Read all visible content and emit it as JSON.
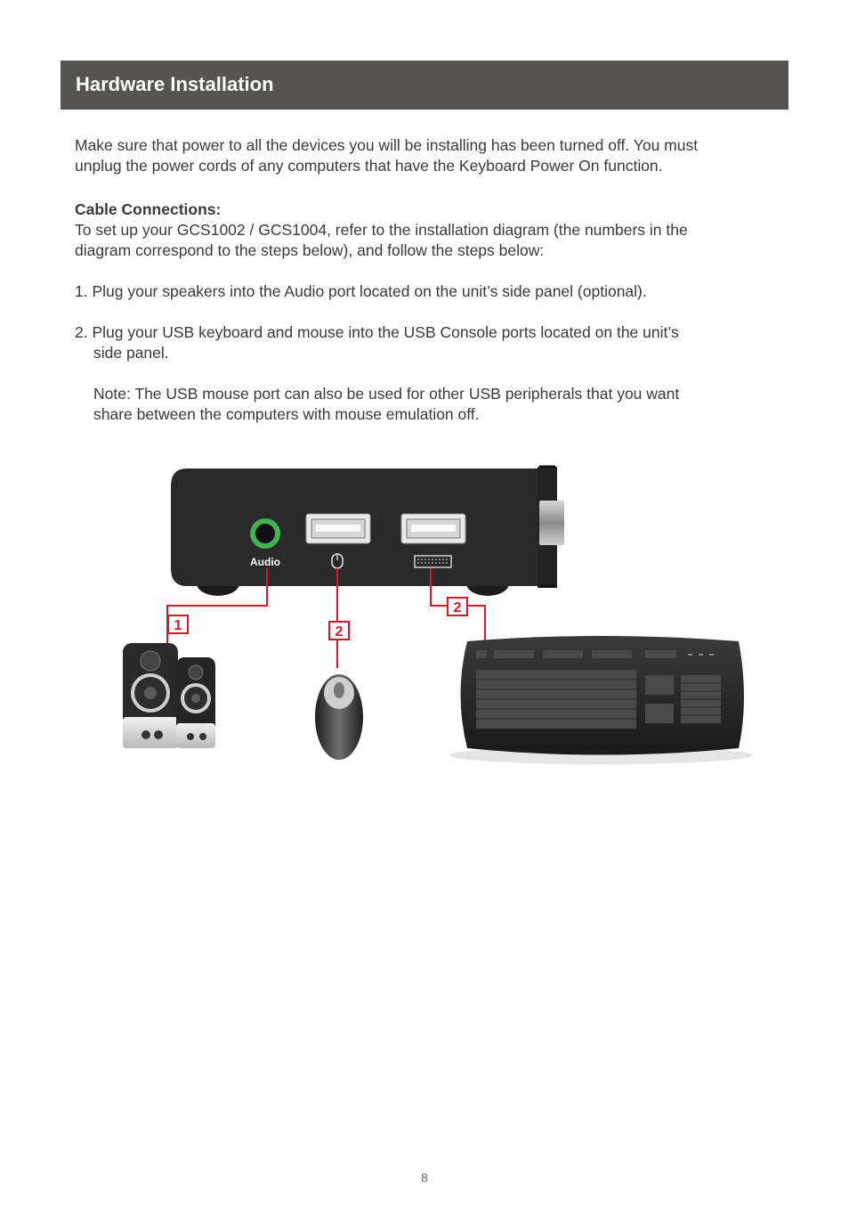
{
  "header": {
    "title": "Hardware Installation"
  },
  "intro": {
    "line1": "Make sure that power to all the devices you will be installing has been turned off. You must",
    "line2": "unplug the power cords of any computers that have the Keyboard Power On function."
  },
  "cable": {
    "heading": "Cable Connections:",
    "line1": "To set up your GCS1002 / GCS1004, refer to the installation diagram (the numbers in the",
    "line2": "diagram correspond to the steps below), and follow the steps below:"
  },
  "steps": {
    "step1": "1. Plug your speakers into the Audio port located on the unit’s side panel (optional).",
    "step2_line1": "2. Plug your USB keyboard and mouse into the USB Console ports located on the unit’s",
    "step2_line2": "side panel.",
    "note_line1": "Note: The USB mouse port can also be used for other USB peripherals that you want",
    "note_line2": "share between the computers with mouse emulation off."
  },
  "diagram": {
    "port_audio_label": "Audio",
    "callouts": [
      "1",
      "2",
      "2"
    ],
    "icons": [
      "speaker-icon",
      "mouse-icon",
      "keyboard-icon",
      "usb-port-icon",
      "audio-jack-icon"
    ],
    "colors": {
      "callout": "#d7182a",
      "device": "#2b2a2a",
      "audio_jack": "#3fb34f"
    }
  },
  "footer": {
    "page_number": "8"
  }
}
